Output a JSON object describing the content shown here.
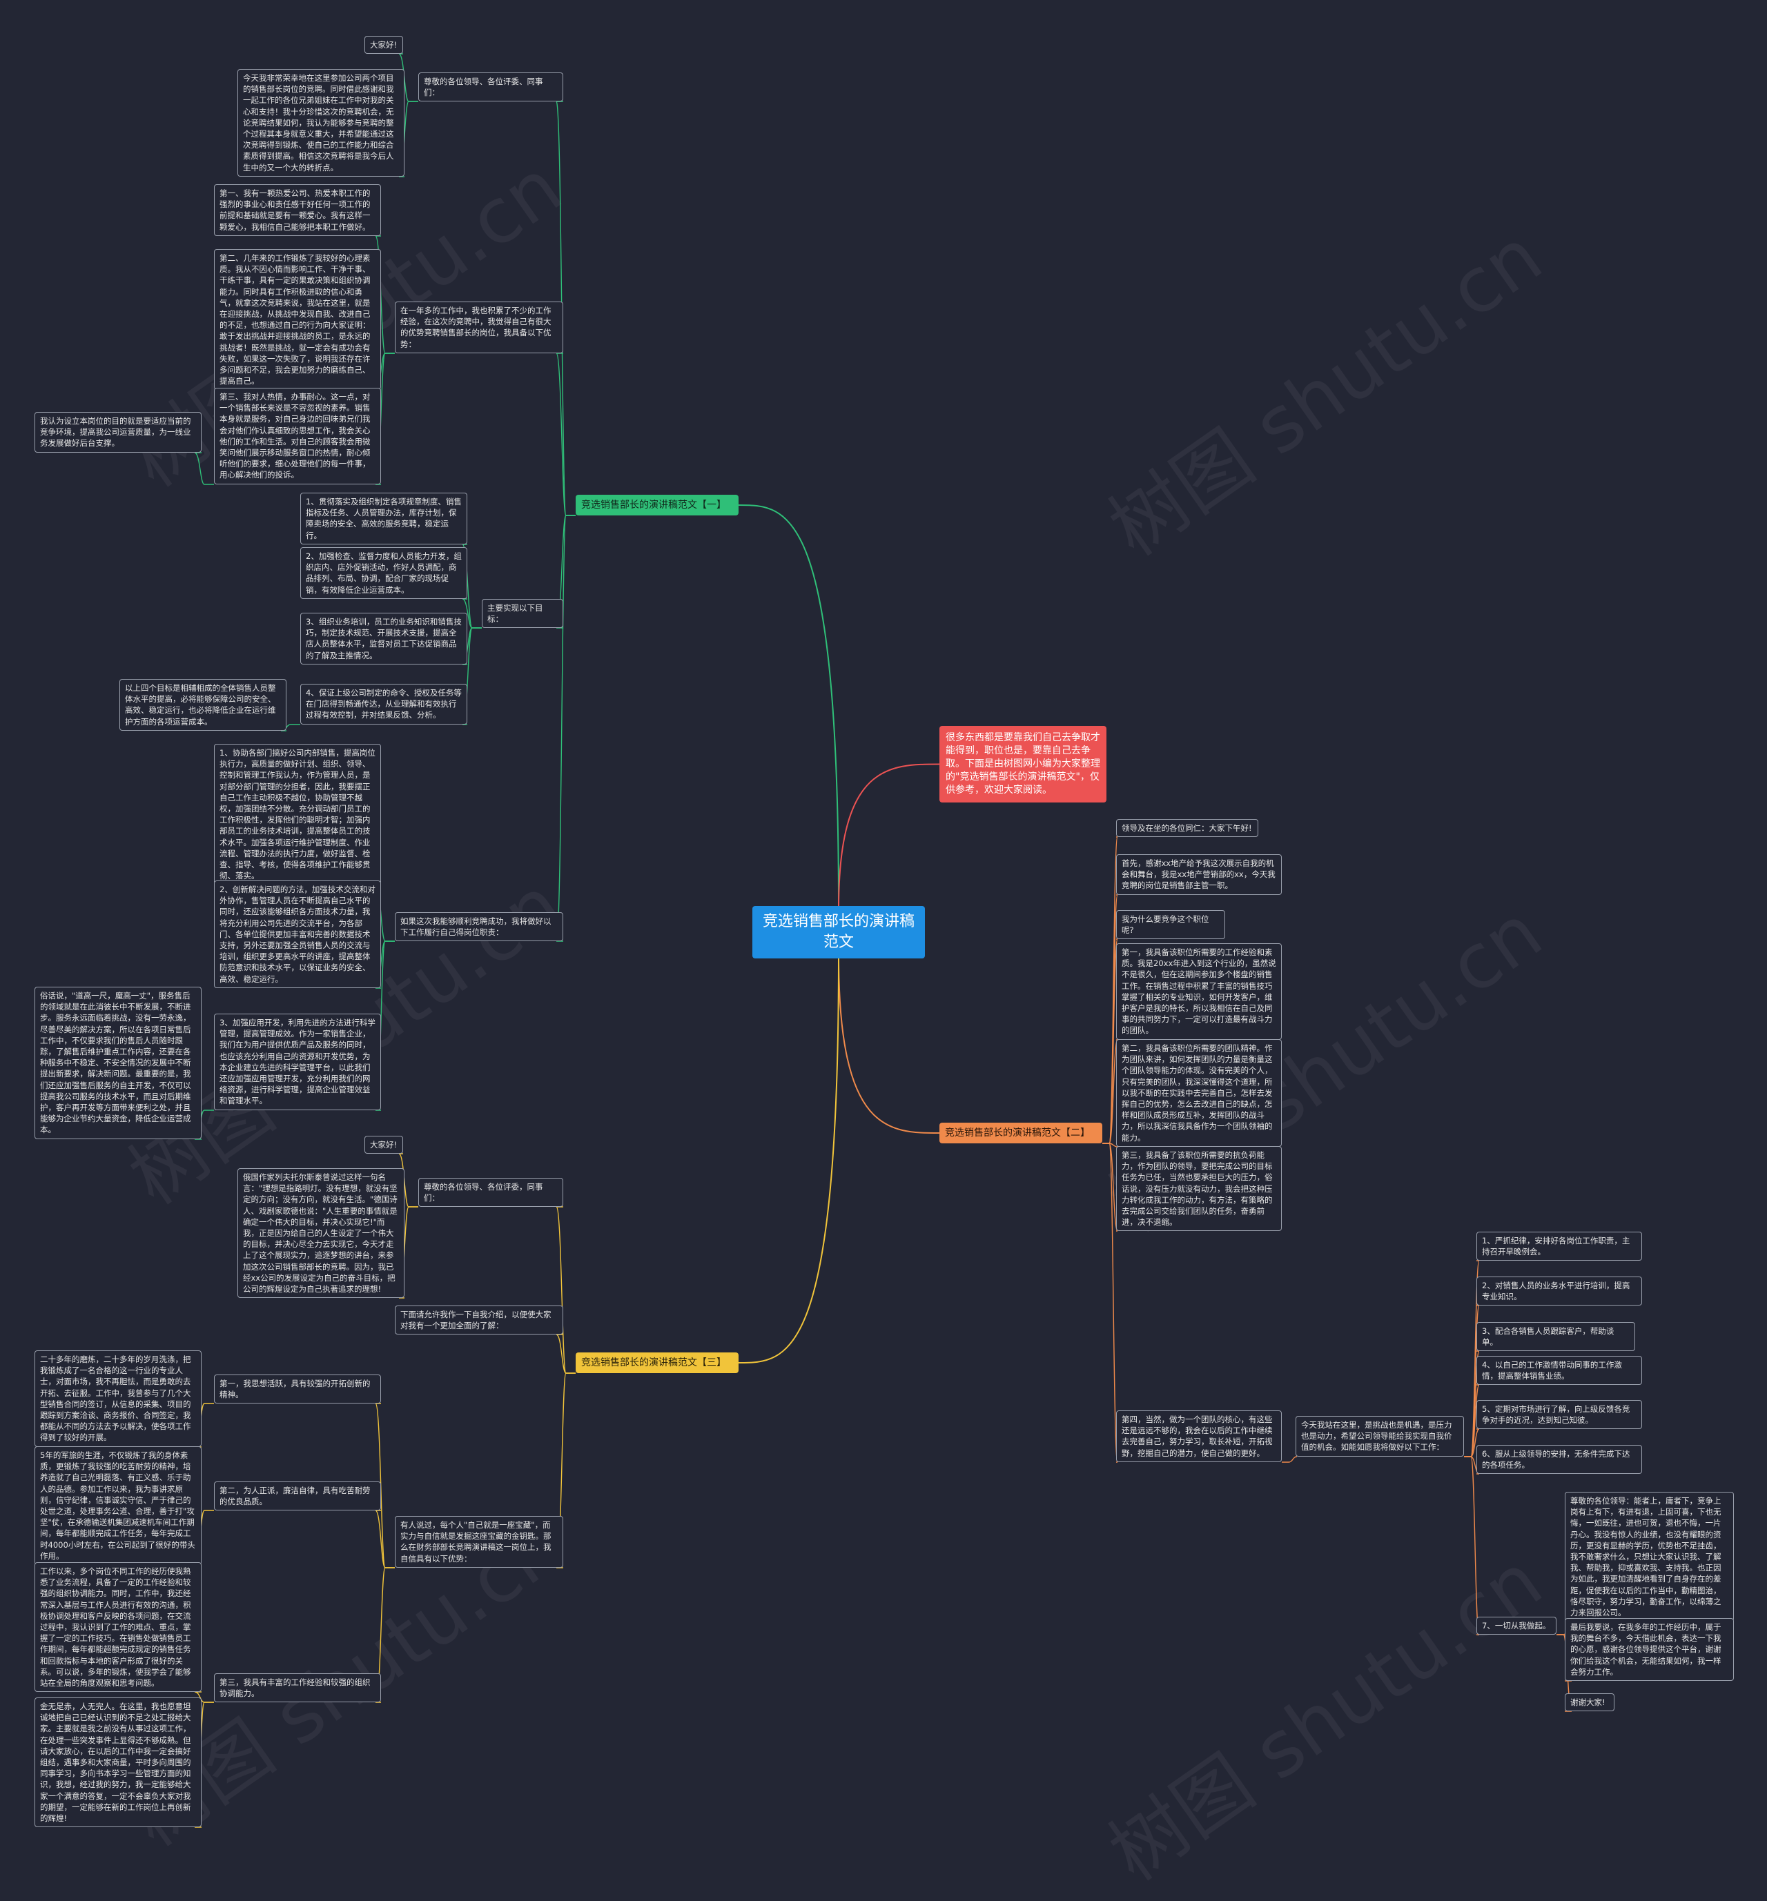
{
  "watermark": "树图 shutu.cn",
  "root": "竞选销售部长的演讲稿范文",
  "intro": "很多东西都是要靠我们自己去争取才能得到，职位也是，要靠自己去争取。下面是由树图网小编为大家整理的\"竞选销售部长的演讲稿范文\"，仅供参考，欢迎大家阅读。",
  "branch1": {
    "title": "竞选销售部长的演讲稿范文【一】",
    "greet": "尊敬的各位领导、各位评委、同事们：",
    "hello": "大家好!",
    "opening": "今天我非常荣幸地在这里参加公司两个项目的销售部长岗位的竞聘。同时借此感谢和我一起工作的各位兄弟姐妹在工作中对我的关心和支持！我十分珍惜这次的竞聘机会，无论竞聘结果如何，我认为能够参与竞聘的整个过程其本身就意义重大，并希望能通过这次竞聘得到锻炼、使自己的工作能力和综合素质得到提高。相信这次竞聘将是我今后人生中的又一个大的转折点。",
    "advantage": "在一年多的工作中，我也积累了不少的工作经验，在这次的竞聘中，我觉得自己有很大的优势竞聘销售部长的岗位，我具备以下优势：",
    "adv1": "第一、我有一颗热爱公司、热爱本职工作的强烈的事业心和责任感干好任何一项工作的前提和基础就是要有一颗爱心。我有这样一颗爱心，我相信自己能够把本职工作做好。",
    "adv2": "第二、几年来的工作锻炼了我较好的心理素质。我从不因心情而影响工作、干净干事、干练干事，具有一定的果敢决策和组织协调能力。同时具有工作积极进取的信心和勇气，就拿这次竞聘来说，我站在这里，就是在迎接挑战，从挑战中发现自我、改进自己的不足，也想通过自己的行为向大家证明：敢于发出挑战并迎接挑战的员工，是永远的挑战者！既然是挑战，就一定会有成功会有失败，如果这一次失败了，说明我还存在许多问题和不足，我会更加努力的磨练自己、提高自己。",
    "adv3": "第三、我对人热情，办事耐心。这一点，对一个销售部长来说是不容忽视的素养。销售本身就是服务，对自己身边的回味弟兄们我会对他们作认真细致的思想工作，我会关心他们的工作和生活。对自己的顾客我会用微笑问他们展示移动服务窗口的热情，耐心倾听他们的要求，细心处理他们的每一件事，用心解决他们的投诉。",
    "adv3_note": "我认为设立本岗位的目的就是要适应当前的竞争环境，提高我公司运营质量，为一线业务发展做好后台支撑。",
    "goals": "主要实现以下目标：",
    "goal1": "1、贯彻落实及组织制定各项规章制度、销售指标及任务、人员管理办法，库存计划，保障卖场的安全、高效的服务竞聘，稳定运行。",
    "goal2": "2、加强检查、监督力度和人员能力开发，组织店内、店外促销活动，作好人员调配，商品排列、布局、协调，配合厂家的现场促销，有效降低企业运营成本。",
    "goal3": "3、组织业务培训，员工的业务知识和销售技巧，制定技术规范、开展技术支援，提高全店人员整体水平，监督对员工下达促销商品的了解及主推情况。",
    "goal4": "4、保证上级公司制定的命令、授权及任务等在门店得到畅通传达，从业理解和有效执行过程有效控制，并对结果反馈、分析。",
    "goal4_note": "以上四个目标是相辅相成的全体销售人员整体水平的提高，必将能够保障公司的安全、高效、稳定运行，也必将降低企业在运行维护方面的各项运营成本。",
    "duty": "如果这次我能够顺利竞聘成功，我将做好以下工作履行自己得岗位职责：",
    "duty1": "1、协助各部门搞好公司内部销售，提高岗位执行力，高质量的做好计划、组织、领导、控制和管理工作我认为，作为管理人员，是对部分部门管理的分担者，因此，我要摆正自己工作主动积极不越位，协助管理不越权，加强团结不分散。充分调动部门员工的工作积极性，发挥他们的聪明才智；加强内部员工的业务技术培训，提高整体员工的技术水平。加强各项运行维护管理制度、作业流程、管理办法的执行力度，做好监督、检查、指导、考核，使得各项维护工作能够贯彻、落实。",
    "duty2": "2、创新解决问题的方法，加强技术交流和对外协作，售管理人员在不断提高自己水平的同时，还应该能够组织各方面技术力量，我将充分利用公司先进的交流平台，为各部门、各单位提供更加丰富和完善的数据技术支持，另外还要加强全员销售人员的交流与培训，组织更多更高水平的讲座，提高整体防范意识和技术水平，以保证业务的安全、高效、稳定运行。",
    "duty3": "3、加强应用开发，利用先进的方法进行科学管理，提高管理成效。作为一家销售企业，我们在为用户提供优质产品及服务的同时，也应该充分利用自己的资源和开发优势，为本企业建立先进的科学管理平台，以此我们还应加强应用管理开发，充分利用我们的网络资源，进行科学管理，提高企业管理效益和管理水平。",
    "duty3_note": "俗话说，\"道高一尺，魔高一丈\"，服务售后的领域就是在此消彼长中不断发展，不断进步。服务永远面临着挑战，没有一劳永逸，尽善尽美的解决方案，所以在各项日常售后工作中，不仅要求我们的售后人员随时跟踪，了解售后维护重点工作内容，还要在各种服务中不稳定、不安全情况的发展中不断提出新要求，解决新问题。最重要的是，我们还应加强售后服务的自主开发，不仅可以提高我公司服务的技术水平，而且对后期维护，客户再开发等方面带来便利之处，并且能够为企业节约大量资金，降低企业运营成本。"
  },
  "branch2": {
    "title": "竞选销售部长的演讲稿范文【二】",
    "greet": "领导及在坐的各位同仁：大家下午好!",
    "p1": "首先，感谢xx地产给予我这次展示自我的机会和舞台，我是xx地产营销部的xx，今天我竞聘的岗位是销售部主管一职。",
    "why": "我为什么要竞争这个职位呢?",
    "r1": "第一，我具备该职位所需要的工作经验和素质。我是20xx年进入到这个行业的，虽然说不是很久，但在这期间参加多个楼盘的销售工作。在销售过程中积累了丰富的销售技巧掌握了相关的专业知识，如何开发客户，维护客户是我的特长，所以我相信在自己及同事的共同努力下，一定可以打造最有战斗力的团队。",
    "r2": "第二，我具备该职位所需要的团队精神。作为团队来讲，如何发挥团队的力量是衡量这个团队领导能力的体现。没有完美的个人，只有完美的团队，我深深懂得这个道理，所以我不断的在实践中去完善自己，怎样去发挥自己的优势，怎么去改进自己的缺点，怎样和团队成员形成互补，发挥团队的战斗力，所以我深信我具备作为一个团队领袖的能力。",
    "r3": "第三，我具备了该职位所需要的抗负荷能力，作为团队的领导，要把完成公司的目标任务为已任，当然也要承担巨大的压力，俗话说，没有压力就没有动力，我会把这种压力转化成我工作的动力，有方法，有策略的去完成公司交给我们团队的任务，奋勇前进，决不退缩。",
    "r4": "第四，当然，做为一个团队的核心，有这些还是远远不够的，我会在以后的工作中继续去完善自己，努力学习，取长补短，开拓视野，挖掘自己的潜力，使自己做的更好。",
    "today": "今天我站在这里，是挑战也是机遇，是压力也是动力，希望公司领导能给我实现自我价值的机会。如能如愿我将做好以下工作：",
    "w1": "1、严抓纪律，安排好各岗位工作职责，主持召开早晚例会。",
    "w2": "2、对销售人员的业务水平进行培训，提高专业知识。",
    "w3": "3、配合各销售人员跟踪客户，帮助谈单。",
    "w4": "4、以自己的工作激情带动同事的工作激情，提高整体销售业绩。",
    "w5": "5、定期对市场进行了解，向上级反馈各竞争对手的近况，达到知己知彼。",
    "w6": "6、服从上级领导的安排，无条件完成下达的各项任务。",
    "w7": "7、一切从我做起。",
    "w7a": "尊敬的各位领导：能者上，庸者下，竞争上岗有上有下，有进有退，上固可喜，下也无悔，一如既往，进也可贺，退也不悔，一片丹心。我没有惊人的业绩，也没有耀眼的资历，更没有显赫的学历，优势也不足挂齿，我不敢奢求什么，只想让大家认识我、了解我、帮助我，抑或喜欢我、支持我。也正因为如此，我更加清醒地看到了自身存在的差距，促使我在以后的工作当中，勤精图治，恪尽职守，努力学习，勤奋工作，以绵薄之力来回报公司。",
    "w7b": "最后我要说，在我多年的工作经历中，属于我的舞台不多，今天借此机会，表达一下我的心愿，感谢各位领导提供这个平台，谢谢你们给我这个机会，无能结果如何，我一样会努力工作。",
    "w7c": "谢谢大家!"
  },
  "branch3": {
    "title": "竞选销售部长的演讲稿范文【三】",
    "greet": "尊敬的各位领导、各位评委，同事们：",
    "hello": "大家好!",
    "opening": "俄国作家列夫托尔斯泰曾说过这样一句名言：\"理想是指路明灯。没有理想，就没有坚定的方向；没有方向，就没有生活。\"德国诗人、戏剧家歌德也说：\"人生重要的事情就是确定一个伟大的目标，并决心实现它!\"而我，正是因为给自己的人生设定了一个伟大的目标，并决心尽全力去实现它，今天才走上了这个展现实力，追逐梦想的讲台，来参加这次公司销售部部长的竞聘。因为，我已经xx公司的发展设定为自己的奋斗目标，把公司的辉煌设定为自己执著追求的理想!",
    "intro": "下面请允许我作一下自我介绍，以便使大家对我有一个更加全面的了解：",
    "say": "有人说过，每个人\"自己就是一座宝藏\"，而实力与自信就是发掘这座宝藏的金钥匙。那么在财务部部长竞聘演讲稿这一岗位上，我自信具有以下优势：",
    "a1": "第一，我思想活跃，具有较强的开拓创新的精神。",
    "a1n": "二十多年的磨炼，二十多年的岁月洗涤，把我锻炼成了一名合格的这一行业的专业人士，对面市场，我不再胆怯，而是勇敢的去开拓、去征服。工作中，我曾参与了几个大型销售合同的签订，从信息的采集、项目的跟踪到方案洽谈、商务报价、合同签定，我都能从不同的方法去予以解决，使各项工作得到了较好的开展。",
    "a2": "第二，为人正派，廉洁自律，具有吃苦耐劳的优良品质。",
    "a2n": "5年的军旅的生涯，不仅锻炼了我的身体素质，更锻炼了我较强的吃苦耐劳的精神，培养造就了自己光明磊落、有正义感、乐于助人的品德。参加工作以来，我为事讲求原则，信守纪律，信事诚实守信、严于律己的处世之道，处理事务公道、合理，善于打\"攻坚\"仗，在承德输送机集团减速机车间工作期间，每年都能顺完成工作任务，每年完成工时4000小时左右，在公司起到了很好的带头作用。",
    "a3": "第三，我具有丰富的工作经验和较强的组织协调能力。",
    "a3n": "工作以来，多个岗位不同工作的经历使我熟悉了业务流程，具备了一定的工作经验和较强的组织协调能力。同时，工作中，我还经常深入基层与工作人员进行有效的沟通，积极协调处理和客户反映的各项问题，在交流过程中，我认识到了工作的难点、重点，掌握了一定的工作技巧。在销售处做销售员工作期间，每年都能超额完成规定的销售任务和回款指标与本地的客户形成了很好的关系。可以说，多年的锻炼，使我学会了能够站在全局的角度观察和思考问题。",
    "a3n2": "金无足赤，人无完人。在这里，我也愿意坦诚地把自己已经认识到的不足之处汇报给大家。主要就是我之前没有从事过这项工作，在处理一些突发事件上显得还不够成熟。但请大家放心，在以后的工作中我一定会搞好组结，遇事多和大家商量，平时多向周围的同事学习，多向书本学习一些管理方面的知识，我想，经过我的努力，我一定能够给大家一个满意的答复，一定不会辜负大家对我的期望，一定能够在新的工作岗位上再创新的辉煌!"
  }
}
